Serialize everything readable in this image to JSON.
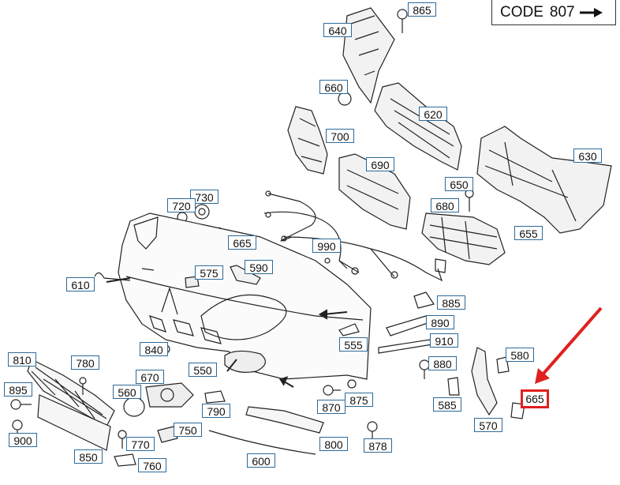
{
  "code_box": {
    "prefix": "CODE",
    "code": "807"
  },
  "labels": [
    {
      "id": "865a",
      "text": "865"
    },
    {
      "id": "640",
      "text": "640"
    },
    {
      "id": "660",
      "text": "660"
    },
    {
      "id": "620",
      "text": "620"
    },
    {
      "id": "700",
      "text": "700"
    },
    {
      "id": "630",
      "text": "630"
    },
    {
      "id": "690",
      "text": "690"
    },
    {
      "id": "650",
      "text": "650"
    },
    {
      "id": "730",
      "text": "730"
    },
    {
      "id": "720",
      "text": "720"
    },
    {
      "id": "680",
      "text": "680"
    },
    {
      "id": "665a",
      "text": "665"
    },
    {
      "id": "655",
      "text": "655"
    },
    {
      "id": "990",
      "text": "990"
    },
    {
      "id": "590",
      "text": "590"
    },
    {
      "id": "575",
      "text": "575"
    },
    {
      "id": "610",
      "text": "610"
    },
    {
      "id": "885",
      "text": "885"
    },
    {
      "id": "890",
      "text": "890"
    },
    {
      "id": "555",
      "text": "555"
    },
    {
      "id": "910",
      "text": "910"
    },
    {
      "id": "840",
      "text": "840"
    },
    {
      "id": "580",
      "text": "580"
    },
    {
      "id": "880",
      "text": "880"
    },
    {
      "id": "810",
      "text": "810"
    },
    {
      "id": "780",
      "text": "780"
    },
    {
      "id": "550",
      "text": "550"
    },
    {
      "id": "670",
      "text": "670"
    },
    {
      "id": "895",
      "text": "895"
    },
    {
      "id": "560",
      "text": "560"
    },
    {
      "id": "875",
      "text": "875"
    },
    {
      "id": "665b",
      "text": "665",
      "highlight": true
    },
    {
      "id": "870",
      "text": "870"
    },
    {
      "id": "585",
      "text": "585"
    },
    {
      "id": "790",
      "text": "790"
    },
    {
      "id": "750",
      "text": "750"
    },
    {
      "id": "570",
      "text": "570"
    },
    {
      "id": "900",
      "text": "900"
    },
    {
      "id": "770",
      "text": "770"
    },
    {
      "id": "800",
      "text": "800"
    },
    {
      "id": "878",
      "text": "878"
    },
    {
      "id": "850",
      "text": "850"
    },
    {
      "id": "760",
      "text": "760"
    },
    {
      "id": "600",
      "text": "600"
    }
  ],
  "colors": {
    "label_border": "#2d6a99",
    "highlight": "#e02020",
    "line": "#222222"
  }
}
